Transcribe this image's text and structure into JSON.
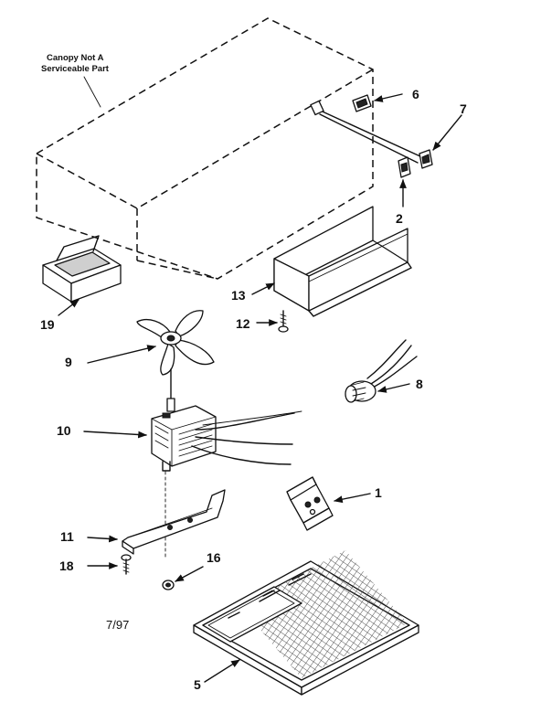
{
  "diagram": {
    "note_line1": "Canopy Not A",
    "note_line2": "Serviceable Part",
    "date_code": "7/97",
    "callouts": {
      "c1": "1",
      "c2": "2",
      "c5": "5",
      "c6": "6",
      "c7": "7",
      "c8": "8",
      "c9": "9",
      "c10": "10",
      "c11": "11",
      "c12": "12",
      "c13": "13",
      "c16": "16",
      "c18": "18",
      "c19": "19"
    }
  }
}
